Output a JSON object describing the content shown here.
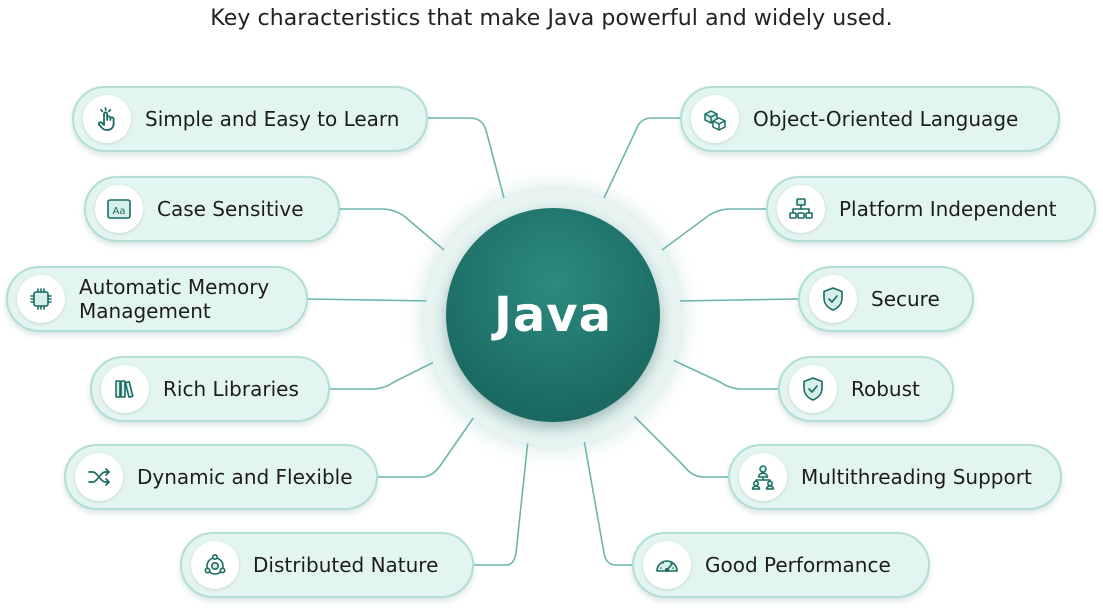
{
  "subtitle": "Key characteristics that make Java powerful and widely used.",
  "center_label": "Java",
  "colors": {
    "accent": "#1b6b63",
    "pill_bg": "#e3f5f1",
    "pill_border": "#b4ddd6",
    "line": "#6fb5ab"
  },
  "nodes": {
    "simple": {
      "label": "Simple and Easy to Learn",
      "icon": "pointer-hand-icon"
    },
    "case": {
      "label": "Case Sensitive",
      "icon": "text-case-icon"
    },
    "memory": {
      "label": "Automatic Memory Management",
      "icon": "chip-icon"
    },
    "libraries": {
      "label": "Rich Libraries",
      "icon": "books-icon"
    },
    "dynamic": {
      "label": "Dynamic and Flexible",
      "icon": "shuffle-icon"
    },
    "distributed": {
      "label": "Distributed Nature",
      "icon": "network-icon"
    },
    "oop": {
      "label": "Object-Oriented Language",
      "icon": "cubes-icon"
    },
    "platform": {
      "label": "Platform Independent",
      "icon": "hierarchy-icon"
    },
    "secure": {
      "label": "Secure",
      "icon": "shield-check-icon"
    },
    "robust": {
      "label": "Robust",
      "icon": "shield-icon"
    },
    "multithread": {
      "label": "Multithreading Support",
      "icon": "team-icon"
    },
    "performance": {
      "label": "Good Performance",
      "icon": "speedometer-icon"
    }
  }
}
